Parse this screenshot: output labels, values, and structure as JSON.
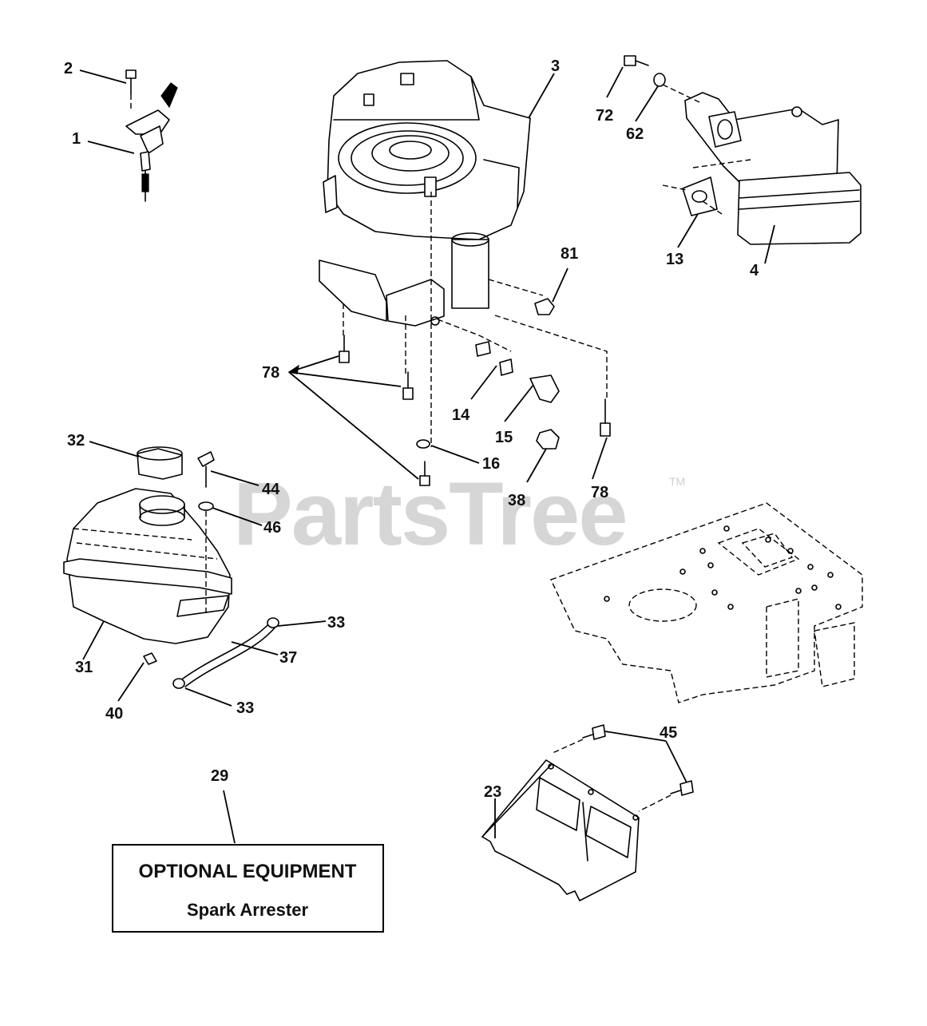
{
  "watermark": {
    "text": "PartsTree",
    "trademark": "TM"
  },
  "optional_box": {
    "title": "OPTIONAL EQUIPMENT",
    "subtitle": "Spark Arrester"
  },
  "callouts": {
    "c1": "1",
    "c2": "2",
    "c3": "3",
    "c4": "4",
    "c13": "13",
    "c14": "14",
    "c15": "15",
    "c16": "16",
    "c23": "23",
    "c29": "29",
    "c31": "31",
    "c32": "32",
    "c33a": "33",
    "c33b": "33",
    "c37": "37",
    "c38": "38",
    "c40": "40",
    "c44": "44",
    "c45": "45",
    "c46": "46",
    "c62": "62",
    "c72": "72",
    "c78a": "78",
    "c78b": "78",
    "c81": "81"
  }
}
